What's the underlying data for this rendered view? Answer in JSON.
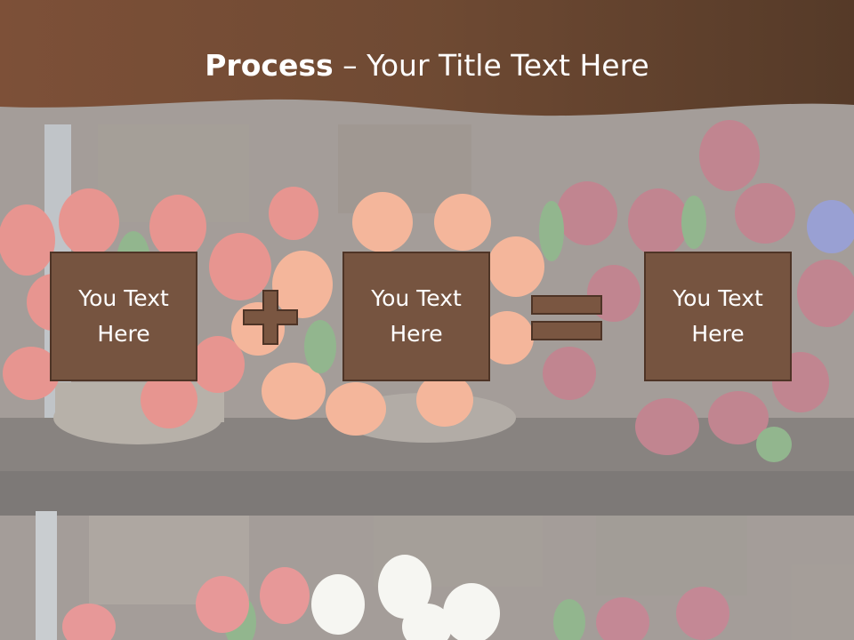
{
  "title": {
    "bold": "Process",
    "rest": " – Your Title Text Here"
  },
  "boxes": [
    {
      "text": "You Text\nHere"
    },
    {
      "text": "You Text\nHere"
    },
    {
      "text": "You Text\nHere"
    }
  ],
  "operators": [
    "plus-icon",
    "equals-icon"
  ],
  "colors": {
    "banner": "#6f4a33",
    "box_fill": "#765440",
    "box_border": "#4e3426",
    "operator_fill": "#7a5641",
    "title_text": "#ffffff"
  }
}
